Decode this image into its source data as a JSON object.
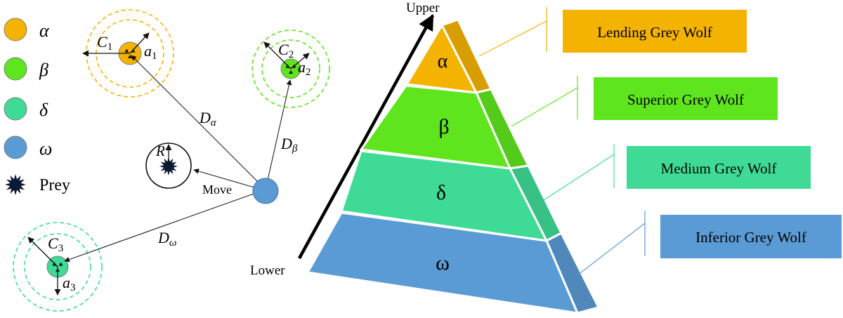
{
  "colors": {
    "alpha": "#f5b301",
    "beta": "#5fe51e",
    "delta": "#3fdb96",
    "omega": "#5b9bd5",
    "prey": "#0d1a33",
    "alpha_ring": "#f5b301",
    "beta_ring": "#5fe51e",
    "delta_ring": "#3fdb96"
  },
  "legend": {
    "items": [
      {
        "symbol": "α",
        "color_key": "alpha"
      },
      {
        "symbol": "β",
        "color_key": "beta"
      },
      {
        "symbol": "δ",
        "color_key": "delta"
      },
      {
        "symbol": "ω",
        "color_key": "omega"
      },
      {
        "symbol": "Prey",
        "color_key": "prey",
        "is_prey": true
      }
    ]
  },
  "diagram": {
    "c1": "C",
    "c1_sub": "1",
    "a1": "a",
    "a1_sub": "1",
    "c2": "C",
    "c2_sub": "2",
    "a2": "a",
    "a2_sub": "2",
    "c3": "C",
    "c3_sub": "3",
    "a3": "a",
    "a3_sub": "3",
    "d_alpha": "D",
    "d_alpha_sub": "α",
    "d_beta": "D",
    "d_beta_sub": "β",
    "d_omega": "D",
    "d_omega_sub": "ω",
    "r": "R",
    "move": "Move"
  },
  "pyramid": {
    "upper": "Upper",
    "lower": "Lower",
    "levels": [
      {
        "symbol": "α",
        "label": "Lending Grey Wolf",
        "color_key": "alpha"
      },
      {
        "symbol": "β",
        "label": "Superior Grey Wolf",
        "color_key": "beta"
      },
      {
        "symbol": "δ",
        "label": "Medium Grey Wolf",
        "color_key": "delta"
      },
      {
        "symbol": "ω",
        "label": "Inferior Grey Wolf",
        "color_key": "omega"
      }
    ]
  }
}
